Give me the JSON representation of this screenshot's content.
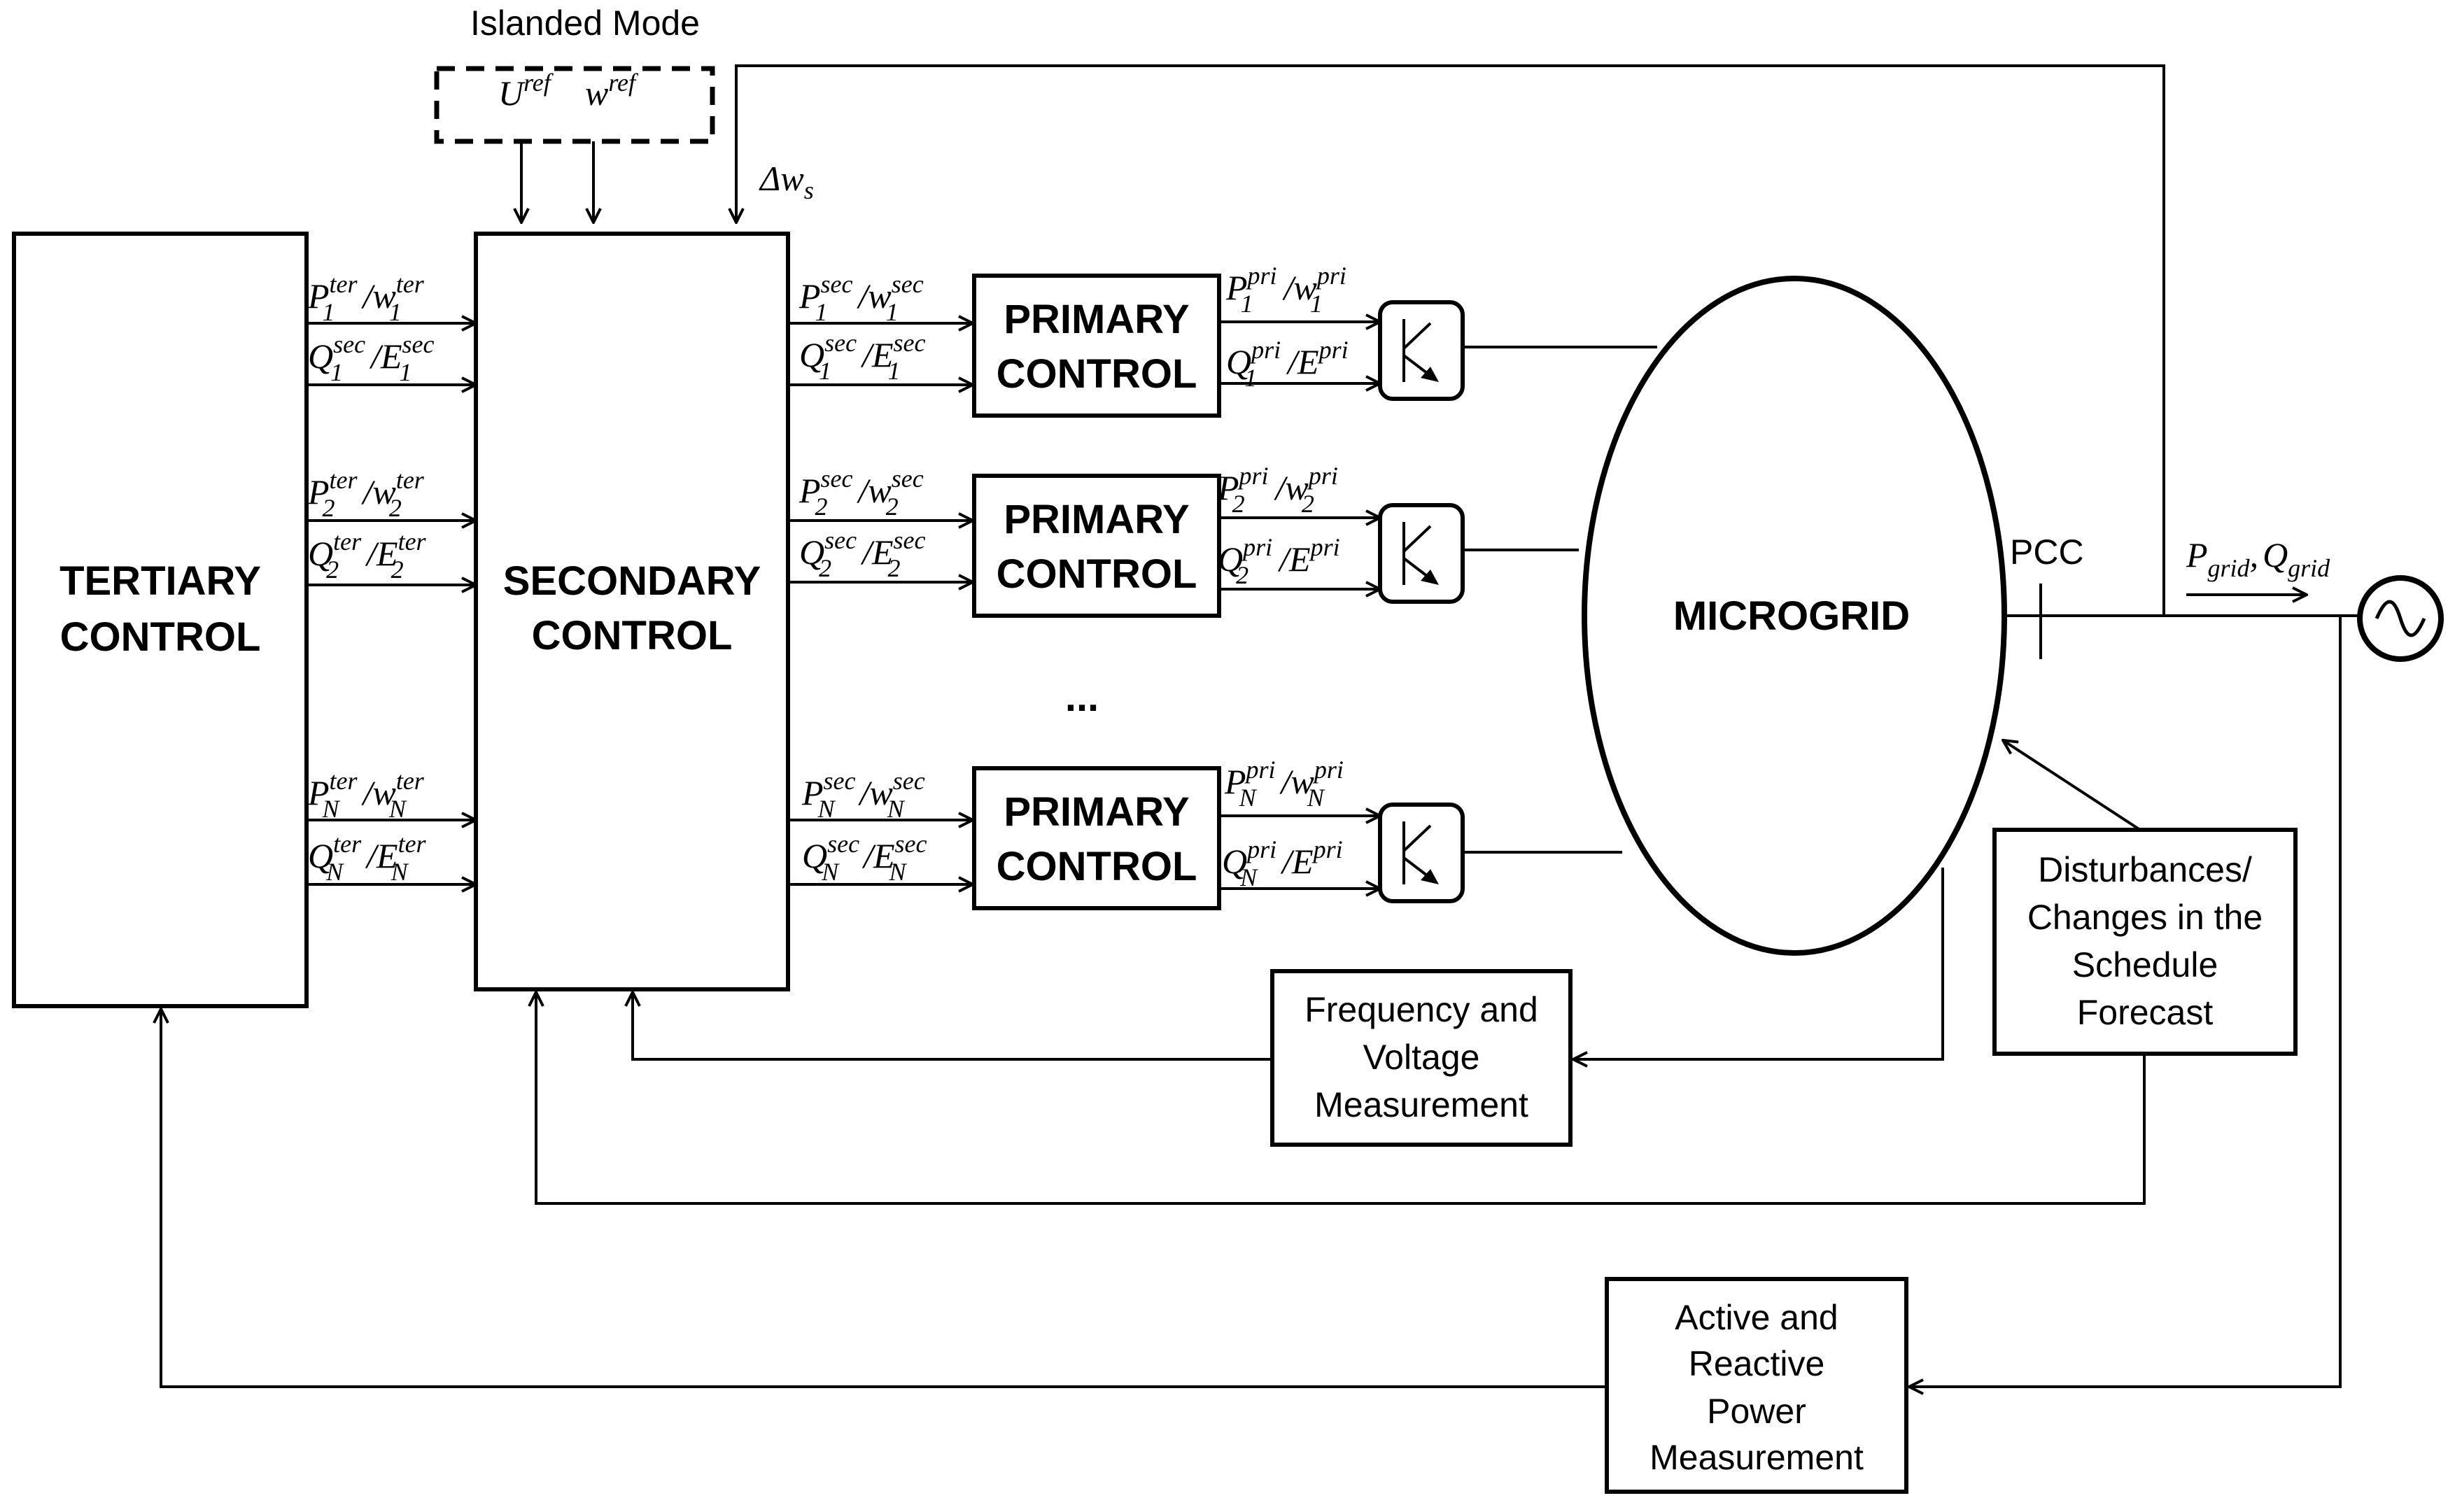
{
  "diagram": {
    "islanded_mode": "Islanded Mode",
    "ref_u": "U",
    "ref_w": "w",
    "ref_sup": "ref",
    "delta_ws": "Δw",
    "delta_ws_sub": "s",
    "tertiary": [
      "TERTIARY",
      "CONTROL"
    ],
    "secondary": [
      "SECONDARY",
      "CONTROL"
    ],
    "primary": [
      "PRIMARY",
      "CONTROL"
    ],
    "ellipsis": "...",
    "microgrid": "MICROGRID",
    "pcc": "PCC",
    "grid_p": "P",
    "grid_q": "Q",
    "grid_sub": "grid",
    "disturbances": [
      "Disturbances/",
      "Changes in the",
      "Schedule",
      "Forecast"
    ],
    "freq_volt": [
      "Frequency and",
      "Voltage",
      "Measurement"
    ],
    "active_reactive": [
      "Active and",
      "Reactive",
      "Power",
      "Measurement"
    ],
    "sup_ter": "ter",
    "sup_sec": "sec",
    "sup_pri": "pri",
    "subs": [
      "1",
      "2",
      "N"
    ],
    "sym_p": "P",
    "sym_q": "Q",
    "sym_w": "w",
    "sym_e": "E",
    "slash": "/"
  }
}
